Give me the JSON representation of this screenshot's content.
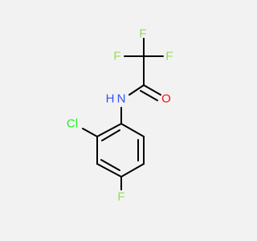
{
  "molecule": {
    "atoms": {
      "f1": {
        "label": "F",
        "color": "#90e050"
      },
      "f2": {
        "label": "F",
        "color": "#90e050"
      },
      "f3": {
        "label": "F",
        "color": "#90e050"
      },
      "o": {
        "label": "O",
        "color": "#ff0d0d"
      },
      "n": {
        "label": "N",
        "color": "#3050f8"
      },
      "h": {
        "label": "H",
        "color": "#3050f8"
      },
      "cl": {
        "label": "Cl",
        "color": "#1ff01f"
      },
      "f4": {
        "label": "F",
        "color": "#90e050"
      }
    }
  }
}
